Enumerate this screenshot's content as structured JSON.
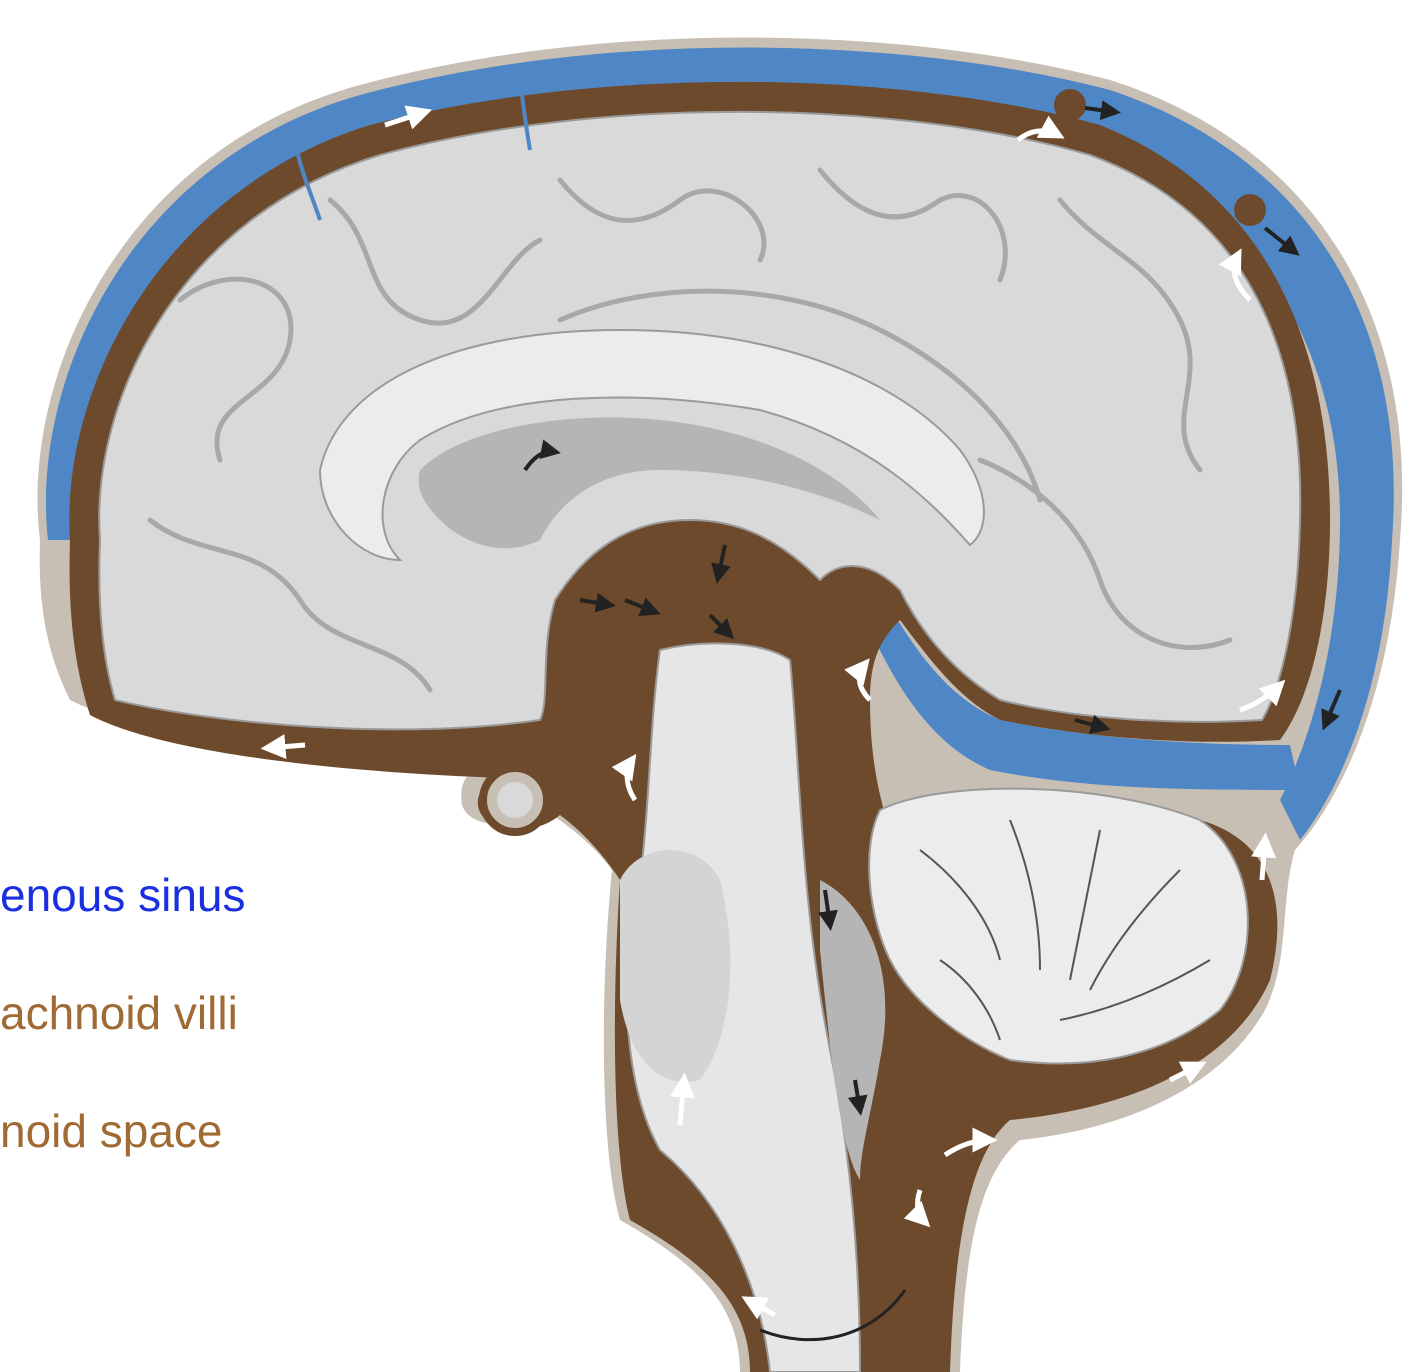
{
  "labels": {
    "venous_sinus": "enous sinus",
    "arachnoid_villi": "achnoid villi",
    "subarachnoid_space": "noid space"
  },
  "colors": {
    "venous_sinus_text": "#1a2fe0",
    "villi_text": "#a06a34",
    "space_text": "#a06a34",
    "sinus_fill": "#4f86c6",
    "csf_brown": "#6e4a2c",
    "brain_gray": "#d9d9d9",
    "dura": "#c8bfb4"
  },
  "icons": [
    "flow-arrow-white",
    "flow-arrow-black"
  ]
}
